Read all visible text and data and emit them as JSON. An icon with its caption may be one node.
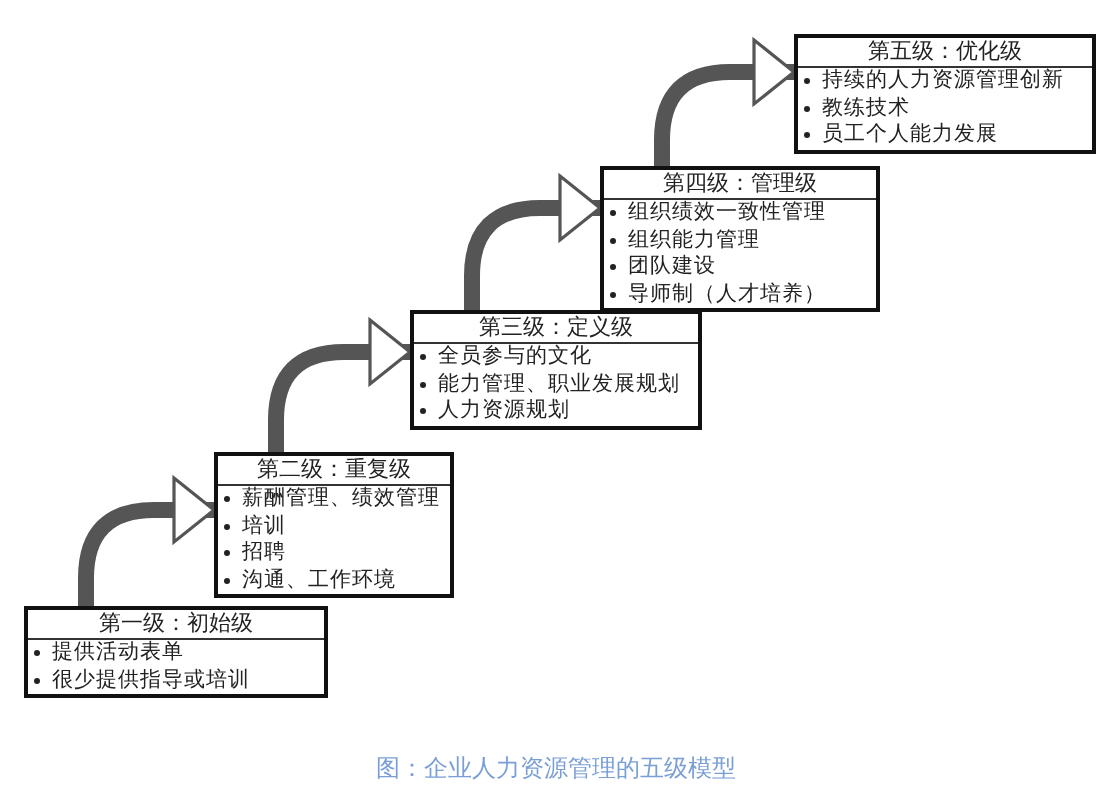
{
  "diagram": {
    "caption": "图：企业人力资源管理的五级模型",
    "nodes": [
      {
        "text": [
          "第一级：初始级",
          "提供活动表单",
          "很少提供指导或培训"
        ]
      },
      {
        "text": [
          "第二级：重复级",
          "薪酬管理、绩效管理",
          "培训",
          "招聘",
          "沟通、工作环境"
        ]
      },
      {
        "text": [
          "第三级：定义级",
          "全员参与的文化",
          "能力管理、职业发展规划",
          "人力资源规划"
        ]
      },
      {
        "text": [
          "第四级：管理级",
          "组织绩效一致性管理",
          "组织能力管理",
          "团队建设",
          "导师制（人才培养）"
        ]
      },
      {
        "text": [
          "第五级：优化级",
          "持续的人力资源管理创新",
          "教练技术",
          "员工个人能力发展"
        ]
      }
    ],
    "edges": [
      {
        "from": 0,
        "to": 1,
        "arrow": "to"
      },
      {
        "from": 1,
        "to": 2,
        "arrow": "to"
      },
      {
        "from": 2,
        "to": 3,
        "arrow": "to"
      },
      {
        "from": 3,
        "to": 4,
        "arrow": "to"
      }
    ]
  }
}
